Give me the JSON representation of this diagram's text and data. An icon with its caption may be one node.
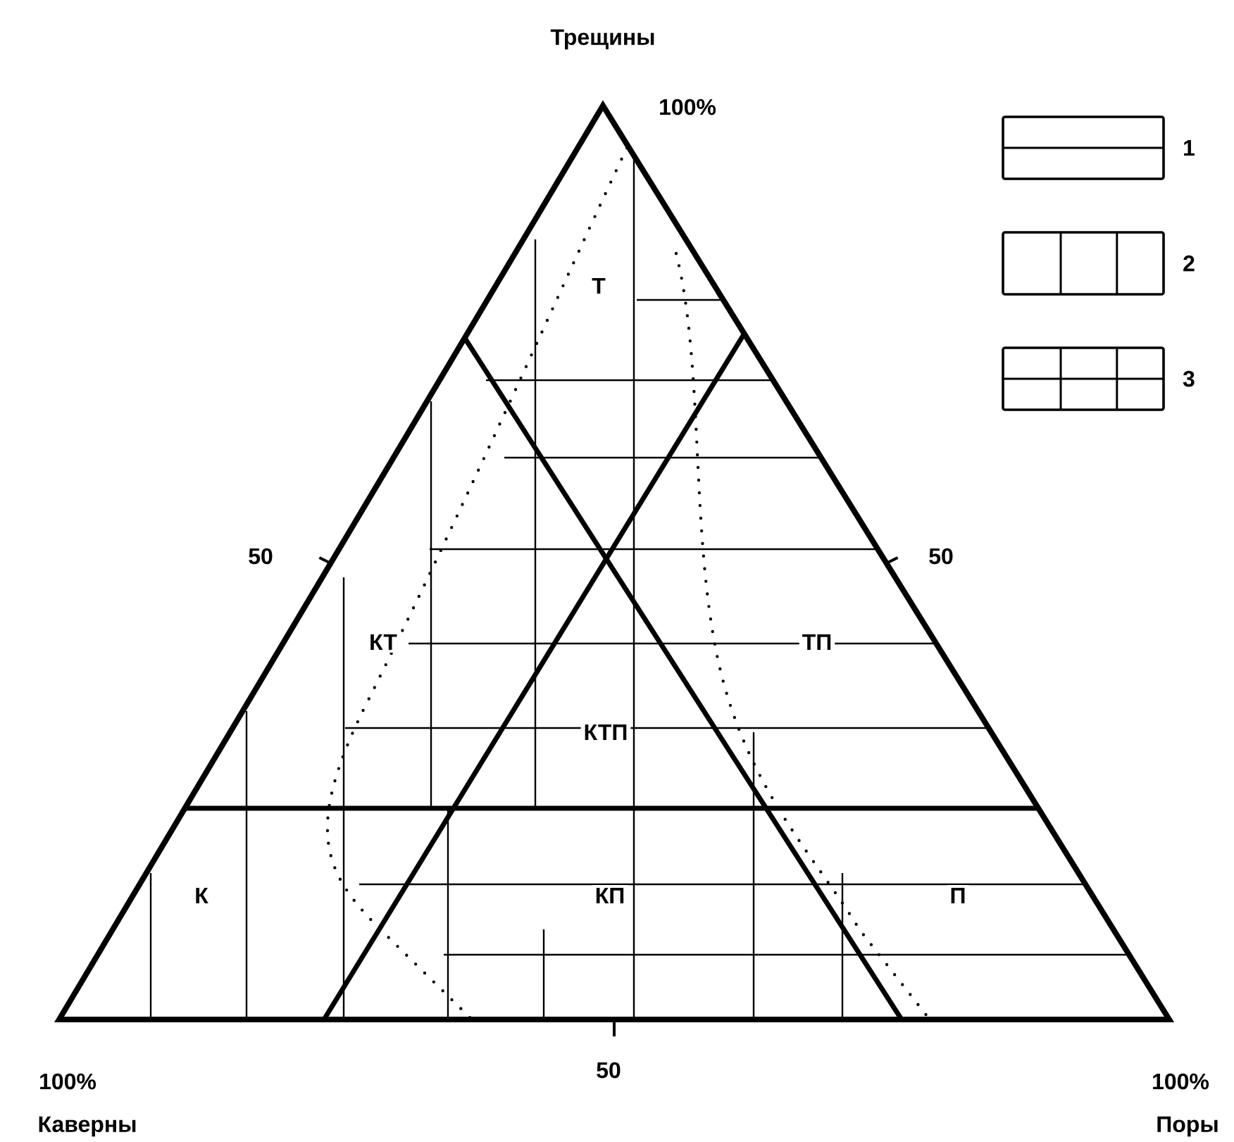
{
  "diagram": {
    "labels": [
      "Трещины",
      "100%",
      "Т",
      "50",
      "50",
      "КТ",
      "ТП",
      "КТП",
      "К",
      "КП",
      "П",
      "100%",
      "50",
      "100%",
      "Каверны",
      "Поры"
    ],
    "legend": [
      {
        "text": "1"
      },
      {
        "text": "2"
      },
      {
        "text": "3"
      }
    ]
  }
}
